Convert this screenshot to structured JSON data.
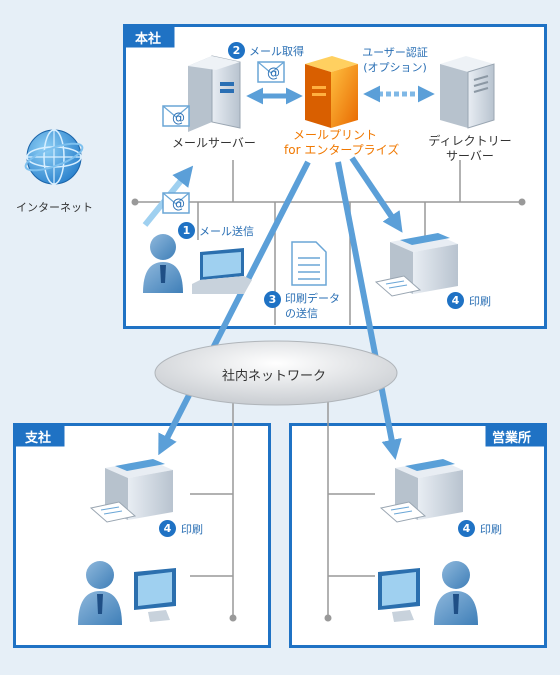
{
  "offices": {
    "head": {
      "title": "本社"
    },
    "branch": {
      "title": "支社"
    },
    "sales": {
      "title": "営業所"
    }
  },
  "internet": {
    "label": "インターネット",
    "icon": "globe-icon"
  },
  "network": {
    "label": "社内ネットワーク"
  },
  "servers": {
    "mail": {
      "label": "メールサーバー"
    },
    "product": {
      "line1": "メールプリント",
      "line2": "for エンタープライズ"
    },
    "directory": {
      "line1": "ディレクトリー",
      "line2": "サーバー"
    }
  },
  "steps": [
    {
      "num": "1",
      "label": "メール送信"
    },
    {
      "num": "2",
      "label": "メール取得"
    },
    {
      "num": "3",
      "line1": "印刷データ",
      "line2": "の送信"
    },
    {
      "num": "4",
      "label": "印刷"
    }
  ],
  "auth": {
    "line1": "ユーザー認証",
    "line2": "(オプション)"
  },
  "mail_mark": "@",
  "colors": {
    "accent": "#1f72c4",
    "arrow": "#5b9fd8",
    "product": "#f07800",
    "background": "#e6eff7"
  }
}
